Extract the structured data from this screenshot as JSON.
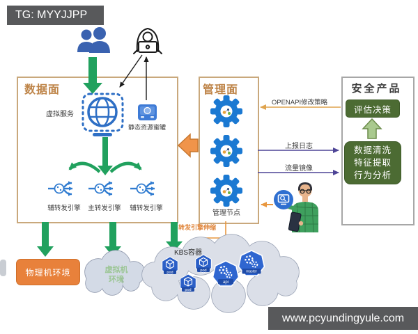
{
  "watermarks": {
    "telegram": "TG: MYYJJPP",
    "website": "www.pcyundingyule.com"
  },
  "data_plane": {
    "title": "数据面",
    "virtual_service": "虚拟服务",
    "honeypot": "静态资源蜜罐",
    "engines": [
      {
        "label": "辅转发引擎"
      },
      {
        "label": "主转发引擎"
      },
      {
        "label": "辅转发引擎"
      }
    ]
  },
  "management_plane": {
    "title": "管理面",
    "node_label": "管理节点"
  },
  "security_product": {
    "title": "安全产品",
    "decision": "评估决策",
    "analysis": {
      "line1": "数据清洗",
      "line2": "特征提取",
      "line3": "行为分析"
    }
  },
  "flows": {
    "openapi": "OPENAPI修改策略",
    "report_log": "上报日志",
    "traffic_mirror": "流量镜像",
    "engine_scaling": "转发引擎伸缩"
  },
  "environments": {
    "physical": "物理机环境",
    "virtual": {
      "line1": "虚拟机",
      "line2": "环境"
    },
    "kbs_label": "KBS容器",
    "nodes": [
      {
        "label": "pod"
      },
      {
        "label": "pod"
      },
      {
        "label": "pod"
      },
      {
        "label": "api"
      },
      {
        "label": "master"
      }
    ]
  },
  "icons": {
    "users": "users-icon",
    "attacker": "hacker-laptop-icon",
    "virtual_service": "globe-icon",
    "honeypot": "server-honeypot-icon",
    "forward_engine": "fanout-arrows-icon",
    "management_node": "gear-icon",
    "admin": "admin-person-icon",
    "monitor": "monitor-magnifier-icon",
    "pod": "pod-hexagon-icon",
    "api": "api-hexagon-icon",
    "master": "master-hexagon-icon"
  },
  "colors": {
    "arrow_green": "#21A15E",
    "accent_orange": "#E8813B",
    "plane_border": "#C9A87C",
    "plane_title": "#BE8448",
    "dark_green_box": "#4C6B33",
    "purple_flow": "#4D4496",
    "icon_blue": "#2F7BD0",
    "badge_gray": "#58595B"
  }
}
